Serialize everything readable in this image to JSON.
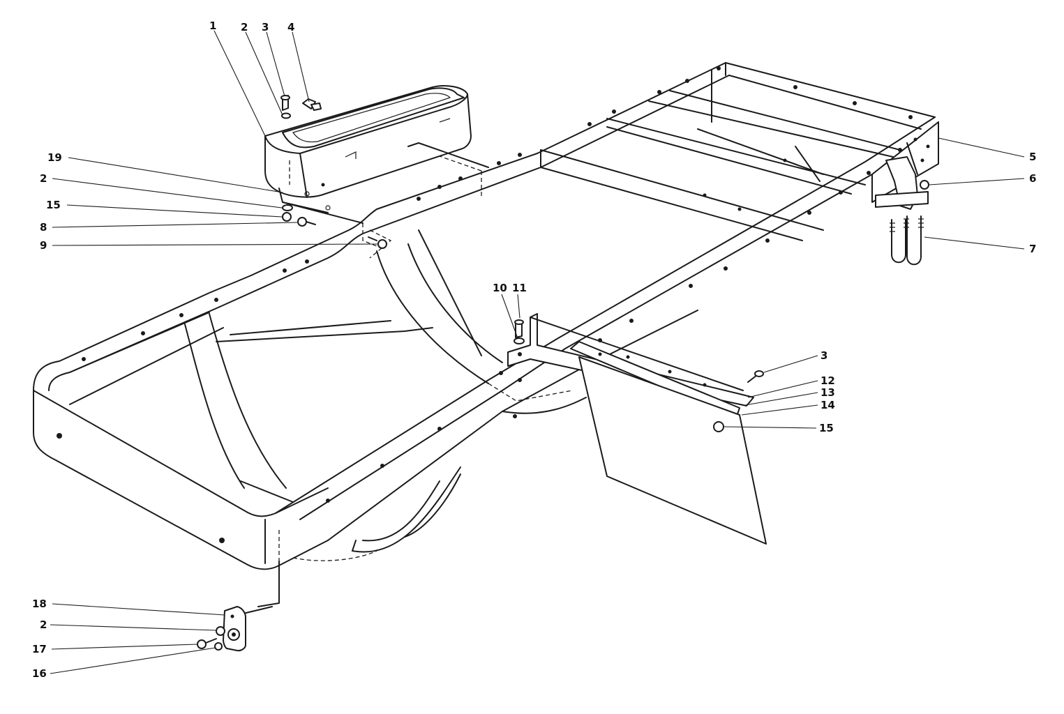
{
  "colors": {
    "ink": "#1a1a1a",
    "paper": "#ffffff"
  },
  "callouts": [
    {
      "id": "c1",
      "label": "1"
    },
    {
      "id": "c2a",
      "label": "2"
    },
    {
      "id": "c3a",
      "label": "3"
    },
    {
      "id": "c4",
      "label": "4"
    },
    {
      "id": "c19",
      "label": "19"
    },
    {
      "id": "c2b",
      "label": "2"
    },
    {
      "id": "c15a",
      "label": "15"
    },
    {
      "id": "c8",
      "label": "8"
    },
    {
      "id": "c9",
      "label": "9"
    },
    {
      "id": "c5",
      "label": "5"
    },
    {
      "id": "c6",
      "label": "6"
    },
    {
      "id": "c7",
      "label": "7"
    },
    {
      "id": "c10",
      "label": "10"
    },
    {
      "id": "c11",
      "label": "11"
    },
    {
      "id": "c3b",
      "label": "3"
    },
    {
      "id": "c12",
      "label": "12"
    },
    {
      "id": "c13",
      "label": "13"
    },
    {
      "id": "c14",
      "label": "14"
    },
    {
      "id": "c15b",
      "label": "15"
    },
    {
      "id": "c18",
      "label": "18"
    },
    {
      "id": "c2c",
      "label": "2"
    },
    {
      "id": "c17",
      "label": "17"
    },
    {
      "id": "c16",
      "label": "16"
    }
  ]
}
